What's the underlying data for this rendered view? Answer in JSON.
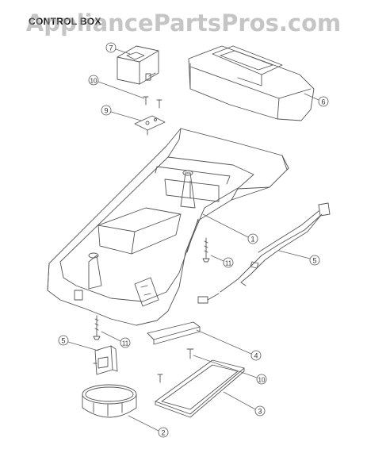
{
  "header": {
    "title": "CONTROL BOX",
    "watermark": "AppliancePartsPros.com"
  },
  "callouts": [
    {
      "id": "c7",
      "label": "7"
    },
    {
      "id": "c10a",
      "label": "10"
    },
    {
      "id": "c9",
      "label": "9"
    },
    {
      "id": "c6",
      "label": "6"
    },
    {
      "id": "c1",
      "label": "1"
    },
    {
      "id": "c11a",
      "label": "11"
    },
    {
      "id": "c5a",
      "label": "5"
    },
    {
      "id": "c4",
      "label": "4"
    },
    {
      "id": "c5b",
      "label": "5"
    },
    {
      "id": "c11b",
      "label": "11"
    },
    {
      "id": "c10b",
      "label": "10"
    },
    {
      "id": "c3",
      "label": "3"
    },
    {
      "id": "c2",
      "label": "2"
    }
  ],
  "colors": {
    "line": "#555555",
    "watermark": "#969696"
  }
}
